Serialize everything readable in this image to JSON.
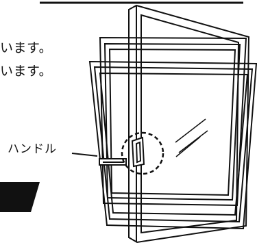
{
  "text": {
    "line1": "います。",
    "line2": "います。"
  },
  "diagram": {
    "handle_label": "ハンドル"
  }
}
